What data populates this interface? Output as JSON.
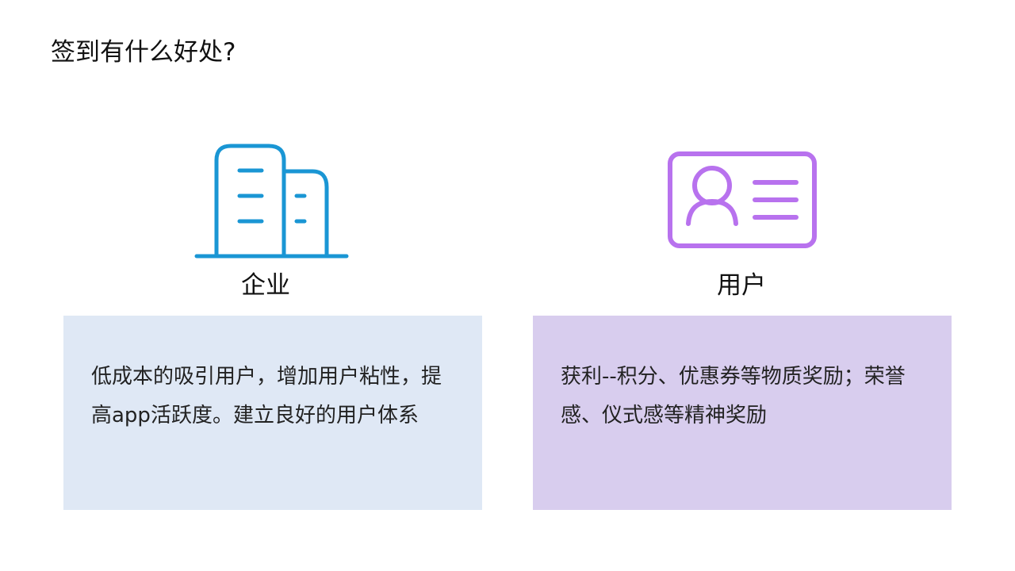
{
  "page": {
    "title": "签到有什么好处?"
  },
  "columns": [
    {
      "icon": "building-icon",
      "icon_color": "#1a96d4",
      "label": "企业",
      "card_color": "#dfe8f5",
      "description": "低成本的吸引用户，增加用户粘性，提高app活跃度。建立良好的用户体系"
    },
    {
      "icon": "id-card-icon",
      "icon_color": "#b872ee",
      "label": "用户",
      "card_color": "#d8cdee",
      "description": "获利--积分、优惠券等物质奖励；荣誉感、仪式感等精神奖励"
    }
  ]
}
